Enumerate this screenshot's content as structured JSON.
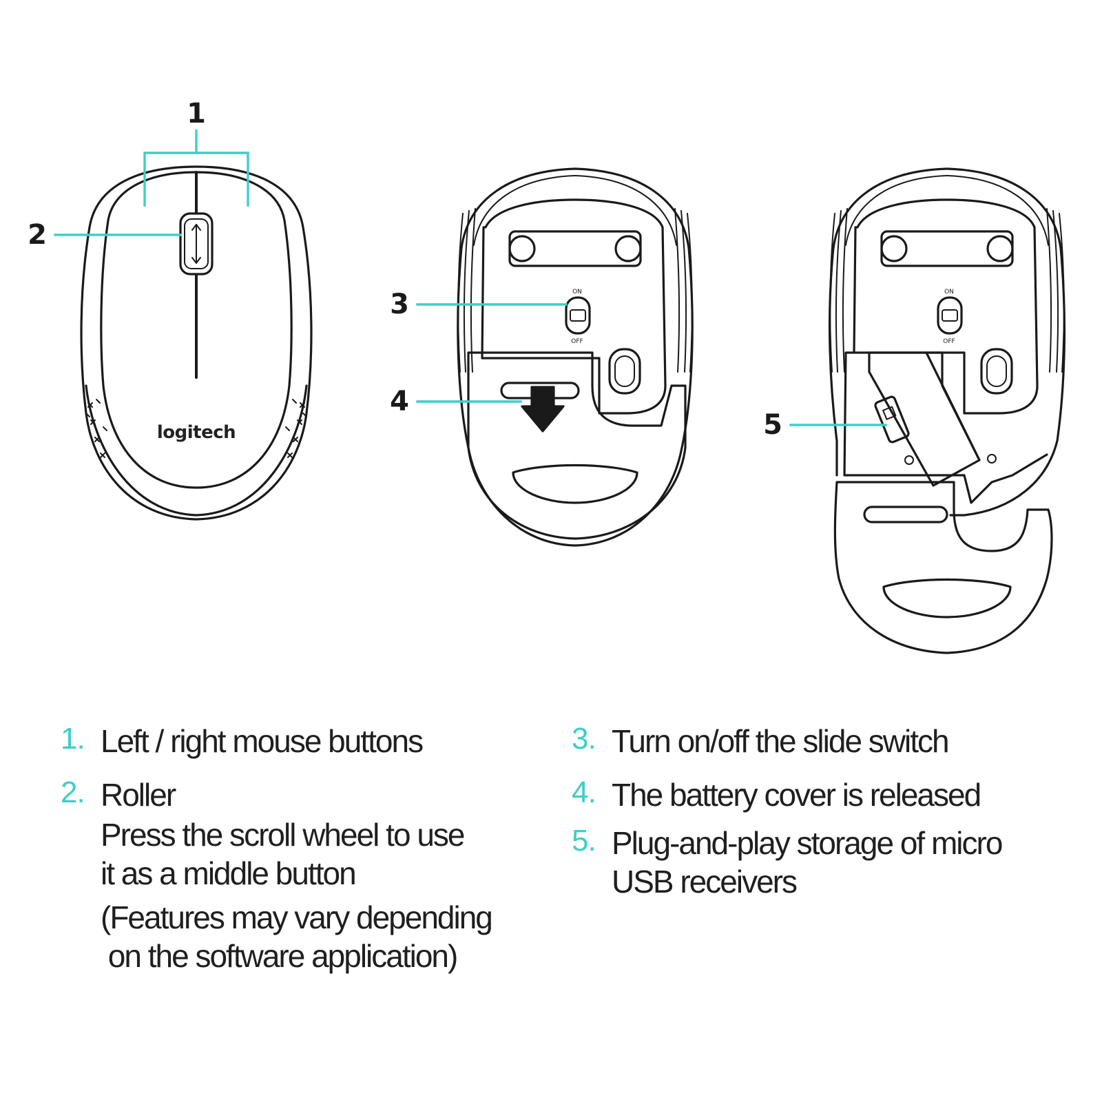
{
  "brand": {
    "logo_text": "logitech"
  },
  "switch_labels": {
    "on": "ON",
    "off": "OFF"
  },
  "accent_color": "#3ccfc8",
  "callouts": [
    "1",
    "2",
    "3",
    "4",
    "5"
  ],
  "legend": {
    "left": [
      {
        "num": "1.",
        "lines": [
          "Left / right mouse buttons"
        ]
      },
      {
        "num": "2.",
        "lines": [
          "Roller"
        ]
      },
      {
        "num": "",
        "lines": [
          "Press the scroll wheel to use",
          "it as a middle button"
        ]
      },
      {
        "num": "",
        "lines": [
          "(Features may vary depending",
          " on the software application)"
        ]
      }
    ],
    "right": [
      {
        "num": "3.",
        "lines": [
          "Turn on/off the slide switch"
        ]
      },
      {
        "num": "4.",
        "lines": [
          "The battery cover is released"
        ]
      },
      {
        "num": "5.",
        "lines": [
          "Plug-and-play storage of micro",
          "USB receivers"
        ]
      }
    ]
  }
}
